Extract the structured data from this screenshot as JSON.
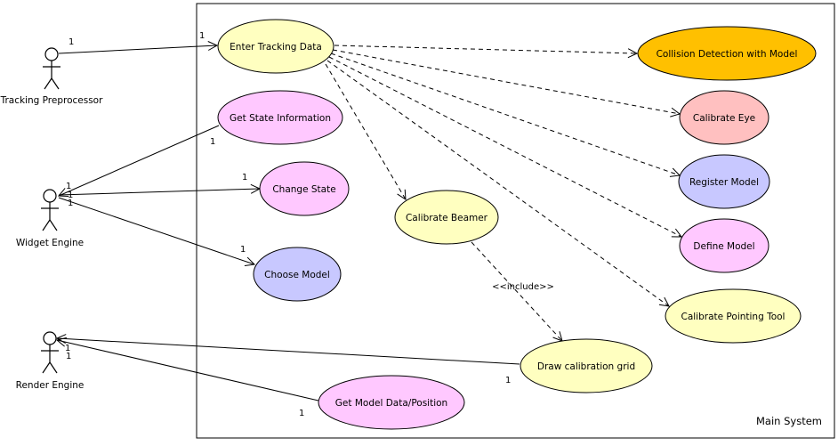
{
  "system": {
    "label": "Main System"
  },
  "actors": {
    "tracking": {
      "label": "Tracking Preprocessor"
    },
    "widget": {
      "label": "Widget Engine"
    },
    "render": {
      "label": "Render Engine"
    }
  },
  "use_cases": {
    "enter_tracking": {
      "label": "Enter Tracking Data",
      "color": "#ffffc0"
    },
    "get_state": {
      "label": "Get State Information",
      "color": "#ffc8ff"
    },
    "change_state": {
      "label": "Change State",
      "color": "#ffc8ff"
    },
    "choose_model": {
      "label": "Choose Model",
      "color": "#c8c8ff"
    },
    "calibrate_beamer": {
      "label": "Calibrate Beamer",
      "color": "#ffffc0"
    },
    "draw_grid": {
      "label": "Draw calibration grid",
      "color": "#ffffc0"
    },
    "get_model_data": {
      "label": "Get Model Data/Position",
      "color": "#ffc8ff"
    },
    "collision": {
      "label": "Collision Detection with Model",
      "color": "#ffc000"
    },
    "calibrate_eye": {
      "label": "Calibrate Eye",
      "color": "#ffc0c0"
    },
    "register_model": {
      "label": "Register Model",
      "color": "#c8c8ff"
    },
    "define_model": {
      "label": "Define Model",
      "color": "#ffc8ff"
    },
    "calibrate_pointing": {
      "label": "Calibrate Pointing Tool",
      "color": "#ffffc0"
    }
  },
  "relations": {
    "include_label": "<<include>>",
    "multiplicity": "1"
  }
}
